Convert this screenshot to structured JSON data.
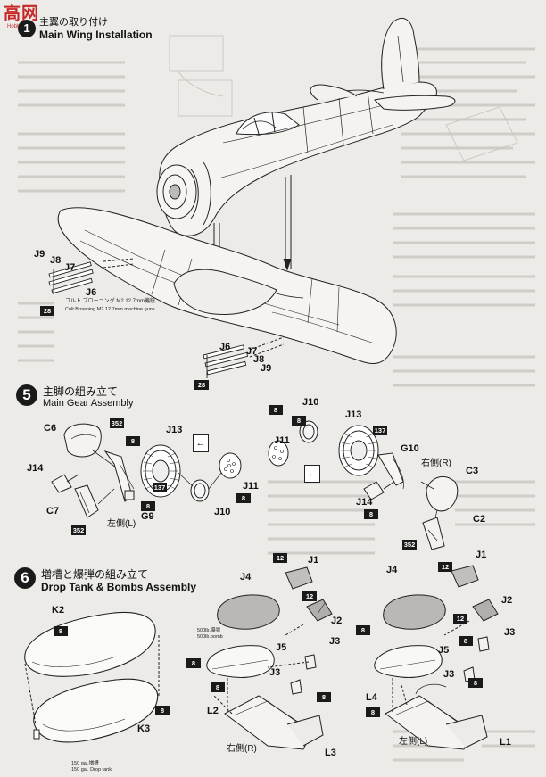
{
  "watermark": {
    "site": "高网",
    "brand": "Hobby"
  },
  "sections": {
    "s1": {
      "title_jp": "主翼の取り付け",
      "title_en": "Main Wing Installation",
      "step": "1"
    },
    "s5": {
      "step": "5",
      "title_jp": "主脚の組み立て",
      "title_en": "Main Gear Assembly"
    },
    "s6": {
      "step": "6",
      "title_jp": "増槽と爆弾の組み立て",
      "title_en": "Drop Tank & Bombs Assembly"
    }
  },
  "guns": {
    "note_jp": "コルト ブローニング M2 12.7mm機銃",
    "note_en": "Colt Browning M2 12.7mm machine guns"
  },
  "parts": {
    "J9": "J9",
    "J8": "J8",
    "J7": "J7",
    "J6": "J6",
    "C6": "C6",
    "J13": "J13",
    "J14": "J14",
    "C7": "C7",
    "G9": "G9",
    "J11": "J11",
    "J10": "J10",
    "G10": "G10",
    "C3": "C3",
    "C2": "C2",
    "K2": "K2",
    "K3": "K3",
    "J4": "J4",
    "J1": "J1",
    "J2": "J2",
    "J5": "J5",
    "J3": "J3",
    "L2": "L2",
    "L3": "L3",
    "L4": "L4",
    "L1": "L1"
  },
  "badges": {
    "b8": "8",
    "b12": "12",
    "b28": "28",
    "b137": "137",
    "b352": "352"
  },
  "sides": {
    "left": "左側(L)",
    "right": "右側(R)"
  },
  "notes": {
    "bomb_jp": "500lb.爆弾",
    "bomb_en": "500lb.bomb",
    "tank_jp": "150 gal.増槽",
    "tank_en": "150 gal. Drop tank"
  }
}
